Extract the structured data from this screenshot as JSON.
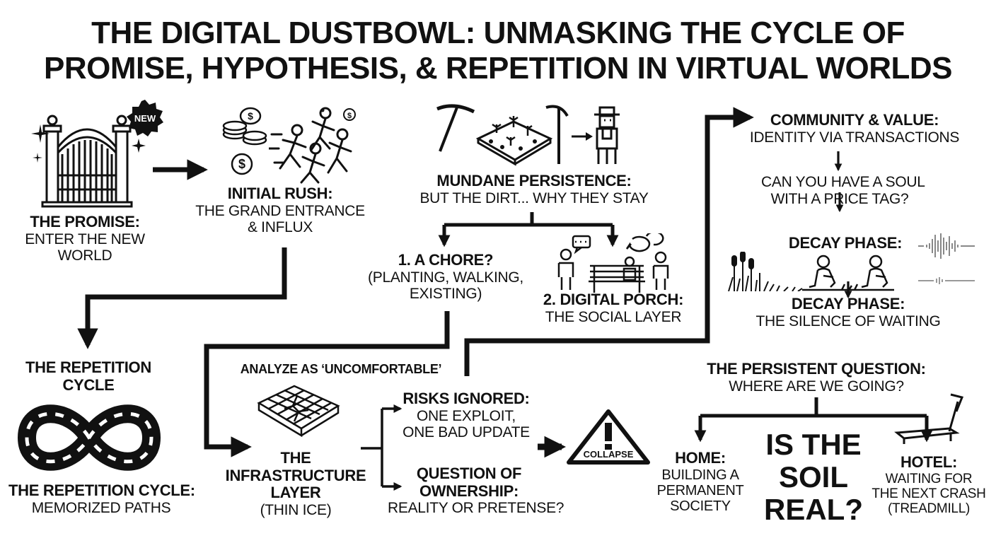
{
  "title": {
    "line1": "THE DIGITAL DUSTBOWL: UNMASKING THE CYCLE OF",
    "line2": "PROMISE, HYPOTHESIS, & REPETITION IN VIRTUAL WORLDS"
  },
  "badge": "NEW",
  "promise": {
    "heading": "THE PROMISE:",
    "line1": "ENTER THE NEW",
    "line2": "WORLD"
  },
  "rush": {
    "heading": "INITIAL RUSH:",
    "line1": "THE GRAND ENTRANCE",
    "line2": "& INFLUX"
  },
  "mundane": {
    "heading": "MUNDANE PERSISTENCE:",
    "sub": "BUT THE DIRT... WHY THEY STAY"
  },
  "chore": {
    "heading": "1. A CHORE?",
    "line1": "(PLANTING, WALKING,",
    "line2": "EXISTING)"
  },
  "porch": {
    "heading": "2. DIGITAL PORCH:",
    "sub": "THE SOCIAL LAYER"
  },
  "community": {
    "heading": "COMMUNITY & VALUE:",
    "sub": "IDENTITY VIA TRANSACTIONS"
  },
  "soul": {
    "line1": "CAN YOU HAVE A SOUL",
    "line2": "WITH A PRICE TAG?"
  },
  "decay1": {
    "heading": "DECAY PHASE:"
  },
  "decay2": {
    "heading": "DECAY PHASE:",
    "sub": "THE SILENCE OF WAITING"
  },
  "repetition": {
    "heading1": "THE REPETITION",
    "heading2": "CYCLE",
    "label": "THE REPETITION CYCLE:",
    "sub": "MEMORIZED PATHS"
  },
  "analyze": "ANALYZE AS ‘UNCOMFORTABLE’",
  "infra": {
    "line1": "THE",
    "line2": "INFRASTRUCTURE",
    "line3": "LAYER",
    "sub": "(THIN ICE)"
  },
  "risks": {
    "heading": "RISKS IGNORED:",
    "line1": "ONE EXPLOIT,",
    "line2": "ONE BAD UPDATE"
  },
  "ownership": {
    "heading1": "QUESTION OF",
    "heading2": "OWNERSHIP:",
    "sub": "REALITY OR PRETENSE?"
  },
  "collapse": "COLLAPSE",
  "persistent": {
    "heading": "THE PERSISTENT QUESTION:",
    "sub": "WHERE ARE WE GOING?"
  },
  "home": {
    "heading": "HOME:",
    "line1": "BUILDING A",
    "line2": "PERMANENT",
    "line3": "SOCIETY"
  },
  "soil": {
    "line1": "IS THE",
    "line2": "SOIL",
    "line3": "REAL?"
  },
  "hotel": {
    "heading": "HOTEL:",
    "line1": "WAITING FOR",
    "line2": "THE NEXT CRASH",
    "line3": "(TREADMILL)"
  },
  "icons": [
    "gate-icon",
    "sparkle-icon",
    "coins-icon",
    "running-crowd-icon",
    "farm-plot-icon",
    "pickaxe-icon",
    "scythe-icon",
    "farmer-icon",
    "people-chatting-icon",
    "bench-icon",
    "grass-icon",
    "sitting-figure-icon",
    "sound-wave-icon",
    "infinity-icon",
    "cracked-grid-icon",
    "warning-icon",
    "treadmill-icon"
  ]
}
